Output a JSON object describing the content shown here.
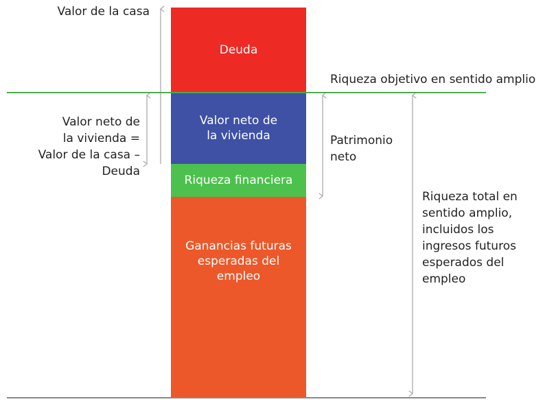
{
  "colors": {
    "debt": "#ee2a24",
    "home_equity": "#3f51a5",
    "financial_wealth": "#4dc14d",
    "future_earnings": "#ec582a",
    "target_line": "#4daa4d",
    "arrow": "#aaaaaa",
    "baseline": "#888888"
  },
  "bar": {
    "segments": [
      {
        "id": "debt",
        "label": "Deuda"
      },
      {
        "id": "home_equity",
        "label": "Valor neto de\nla vivienda"
      },
      {
        "id": "financial_wealth",
        "label": "Riqueza financiera"
      },
      {
        "id": "future_earnings",
        "label": "Ganancias futuras\nesperadas del\nempleo"
      }
    ]
  },
  "annotations": {
    "house_value": "Valor de la casa",
    "home_equity_def": "Valor neto de\nla vivienda =\nValor de la casa –\nDeuda",
    "target_wealth": "Riqueza objetivo en sentido amplio",
    "net_worth": "Patrimonio\nneto",
    "total_wealth": "Riqueza total en\nsentido amplio,\nincluidos los\ningresos futuros\nesperados del\nempleo"
  }
}
